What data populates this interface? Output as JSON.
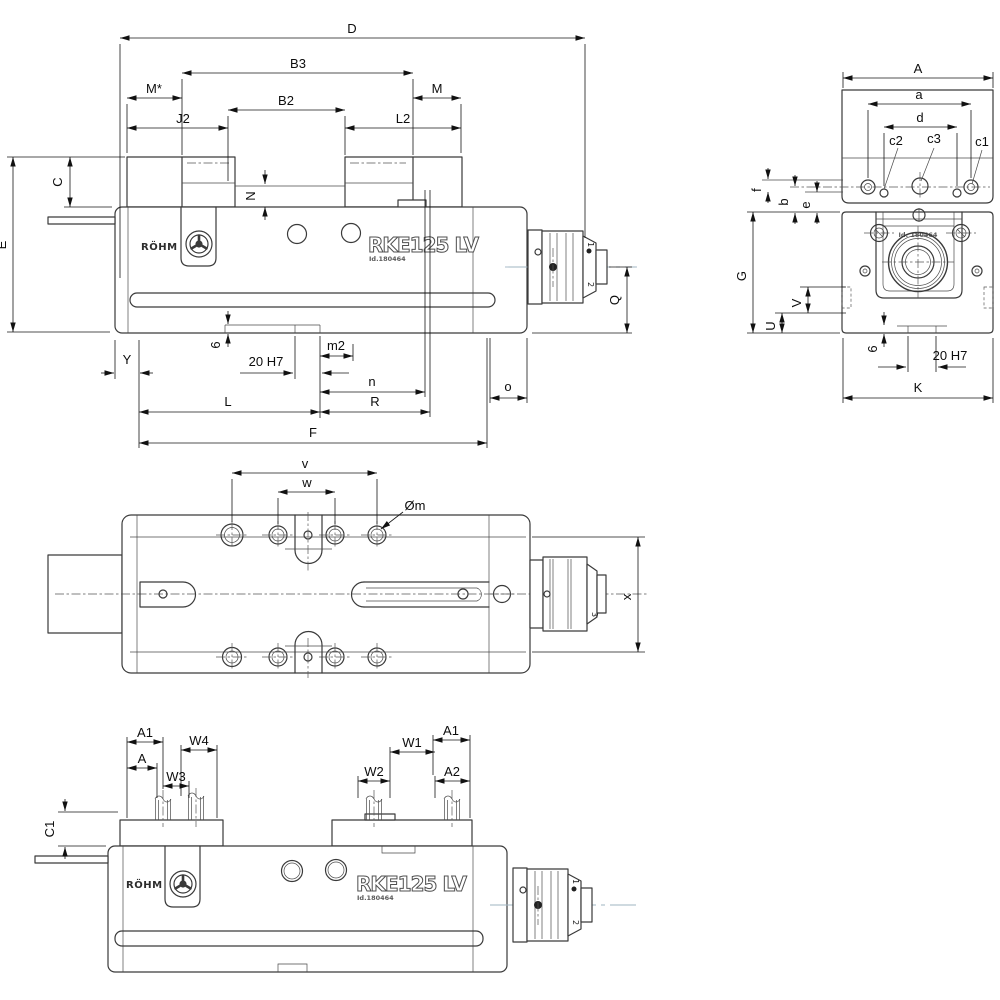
{
  "drawing": {
    "brand": "RÖHM",
    "product": "RKE125 LV",
    "id_label": "Id.180464",
    "line_color": "#3a3a3a",
    "centerline_color": "#9fb4c2"
  },
  "front_view": {
    "dims": {
      "D": "D",
      "B3": "B3",
      "M_star": "M*",
      "M": "M",
      "B2": "B2",
      "J2": "J2",
      "L2": "L2",
      "C": "C",
      "E": "E",
      "N": "N",
      "Q": "Q",
      "Y": "Y",
      "depth6": "6",
      "key": "20 H7",
      "m2": "m2",
      "n": "n",
      "o": "o",
      "L": "L",
      "R": "R",
      "F": "F"
    },
    "dial": {
      "one": "1",
      "two": "2"
    }
  },
  "end_view": {
    "dims": {
      "A": "A",
      "a": "a",
      "d": "d",
      "c1": "c1",
      "c2": "c2",
      "c3": "c3",
      "f": "f",
      "b": "b",
      "e": "e",
      "G": "G",
      "V": "V",
      "U": "U",
      "depth6": "6",
      "key": "20 H7",
      "K": "K"
    },
    "id_label": "Id. 180464"
  },
  "top_view": {
    "dims": {
      "v": "v",
      "w": "w",
      "dia_m": "Øm",
      "x": "x"
    },
    "dial": {
      "three": "3"
    }
  },
  "bottom_view": {
    "dims": {
      "A1_left": "A1",
      "W4": "W4",
      "A": "A",
      "W3": "W3",
      "C1": "C1",
      "W2": "W2",
      "W1": "W1",
      "A1_right": "A1",
      "A2": "A2"
    },
    "dial": {
      "one": "1",
      "two": "2"
    }
  }
}
